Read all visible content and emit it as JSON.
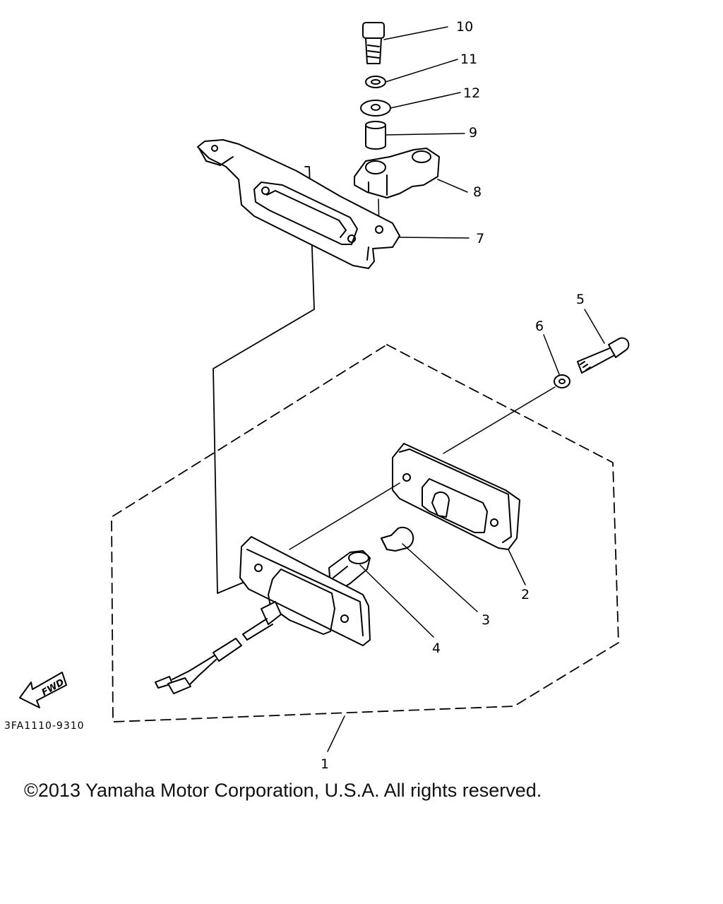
{
  "diagram": {
    "callouts": [
      {
        "id": "part-1",
        "label": "1"
      },
      {
        "id": "part-2",
        "label": "2"
      },
      {
        "id": "part-3",
        "label": "3"
      },
      {
        "id": "part-4",
        "label": "4"
      },
      {
        "id": "part-5",
        "label": "5"
      },
      {
        "id": "part-6",
        "label": "6"
      },
      {
        "id": "part-7",
        "label": "7"
      },
      {
        "id": "part-8",
        "label": "8"
      },
      {
        "id": "part-9",
        "label": "9"
      },
      {
        "id": "part-10",
        "label": "10"
      },
      {
        "id": "part-11",
        "label": "11"
      },
      {
        "id": "part-12",
        "label": "12"
      }
    ],
    "fwd_label": "FWD",
    "figure_code": "3FA1110-9310"
  },
  "footer": {
    "copyright": "©2013 Yamaha Motor Corporation, U.S.A. All rights reserved."
  }
}
